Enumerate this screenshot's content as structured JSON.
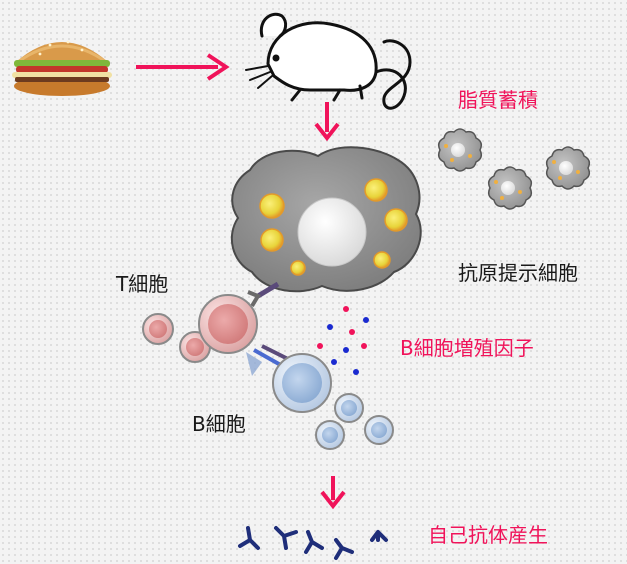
{
  "labels": {
    "lipid": "脂質蓄積",
    "apc": "抗原提示細胞",
    "tcell": "T細胞",
    "bcell": "B細胞",
    "growth_factor": "B細胞増殖因子",
    "autoantibody": "自己抗体産生"
  },
  "colors": {
    "accent": "#f0135a",
    "apc_body": "#9a9a9a",
    "tcell": "#d98a8a",
    "bcell": "#9db9dc",
    "antibody": "#1f2e7a"
  },
  "icons": [
    "burger-icon",
    "mouse-icon",
    "arrow-right-icon",
    "arrow-down-icon",
    "antibody-icon"
  ]
}
